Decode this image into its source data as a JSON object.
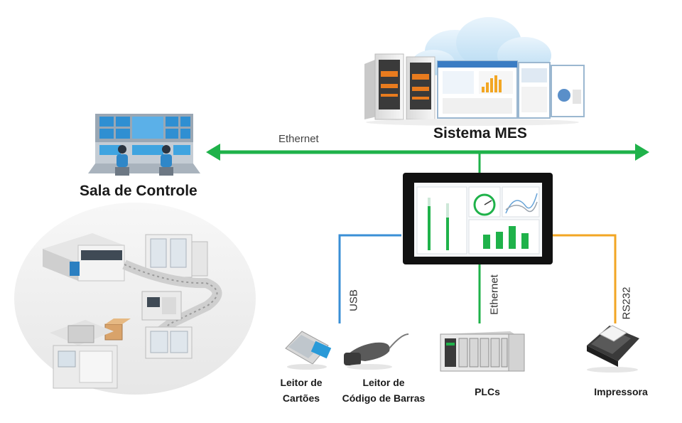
{
  "labels": {
    "control_room": "Sala de Controle",
    "mes_system": "Sistema MES",
    "ethernet_top": "Ethernet",
    "usb": "USB",
    "ethernet_vertical": "Ethernet",
    "rs232": "RS232",
    "card_reader_line1": "Leitor de",
    "card_reader_line2": "Cartões",
    "barcode_reader_line1": "Leitor de",
    "barcode_reader_line2": "Código de Barras",
    "plcs": "PLCs",
    "printer": "Impressora"
  },
  "colors": {
    "ethernet_green": "#1fb24a",
    "usb_blue": "#3a8fd6",
    "rs232_orange": "#f2a623",
    "cloud": "#cfe6f7",
    "panel_frame": "#111111"
  },
  "icons": [
    "cloud-icon",
    "server-icon",
    "dashboard-screen-icon",
    "video-wall-icon",
    "operator-icon",
    "factory-line-icon",
    "card-reader-icon",
    "barcode-scanner-icon",
    "plc-rack-icon",
    "printer-icon",
    "hmi-panel-icon"
  ]
}
